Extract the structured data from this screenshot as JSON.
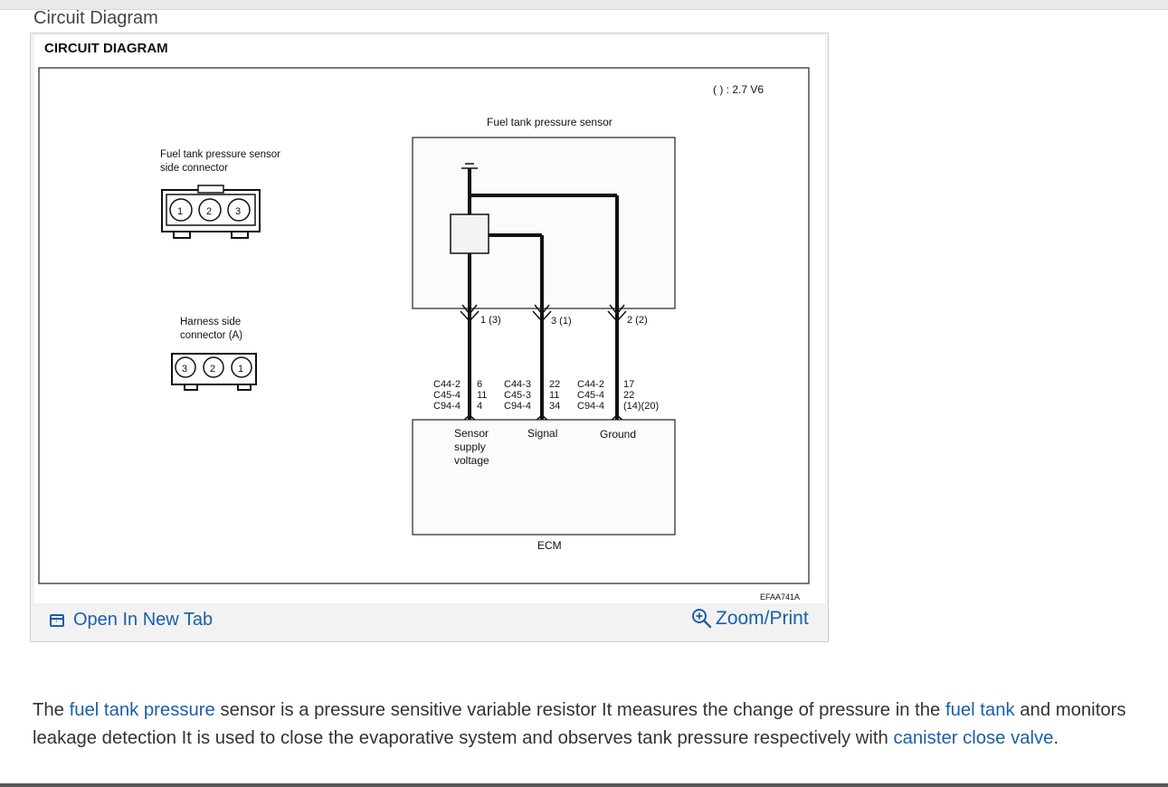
{
  "section_title": "Circuit Diagram",
  "figure": {
    "caption": "CIRCUIT DIAGRAM",
    "legend_note": "( ) : 2.7 V6",
    "sensor_title": "Fuel tank pressure sensor",
    "sensor_connector_label_line1": "Fuel tank pressure sensor",
    "sensor_connector_label_line2": "side connector",
    "sensor_connector_pins": [
      "1",
      "2",
      "3"
    ],
    "harness_label_line1": "Harness side",
    "harness_label_line2": "connector (A)",
    "harness_pins": [
      "3",
      "2",
      "1"
    ],
    "terminals": [
      {
        "pin": "1 (3)",
        "connectors": [
          "C44-2",
          "C45-4",
          "C94-4"
        ],
        "numbers": [
          "6",
          "11",
          "4"
        ],
        "function": [
          "Sensor",
          "supply",
          "voltage"
        ]
      },
      {
        "pin": "3 (1)",
        "connectors": [
          "C44-3",
          "C45-3",
          "C94-4"
        ],
        "numbers": [
          "22",
          "11",
          "34"
        ],
        "function": [
          "Signal"
        ]
      },
      {
        "pin": "2 (2)",
        "connectors": [
          "C44-2",
          "C45-4",
          "C94-4"
        ],
        "numbers": [
          "17",
          "22",
          "(14)(20)"
        ],
        "function": [
          "Ground"
        ]
      }
    ],
    "ecm_label": "ECM",
    "figure_code": "EFAA741A"
  },
  "footer": {
    "open_tab_label": "Open In New Tab",
    "zoom_label": "Zoom/Print"
  },
  "description": {
    "part1": "The ",
    "link1": "fuel tank pressure",
    "part2": " sensor is a pressure sensitive variable resistor It measures the change of pressure in the ",
    "link2": "fuel tank",
    "part3": " and monitors leakage detection It is used to close the evaporative system and observes tank pressure respectively with ",
    "link3": "canister close valve",
    "part4": "."
  },
  "colors": {
    "link": "#1b5fa8",
    "card_bg": "#f2f2f2"
  }
}
